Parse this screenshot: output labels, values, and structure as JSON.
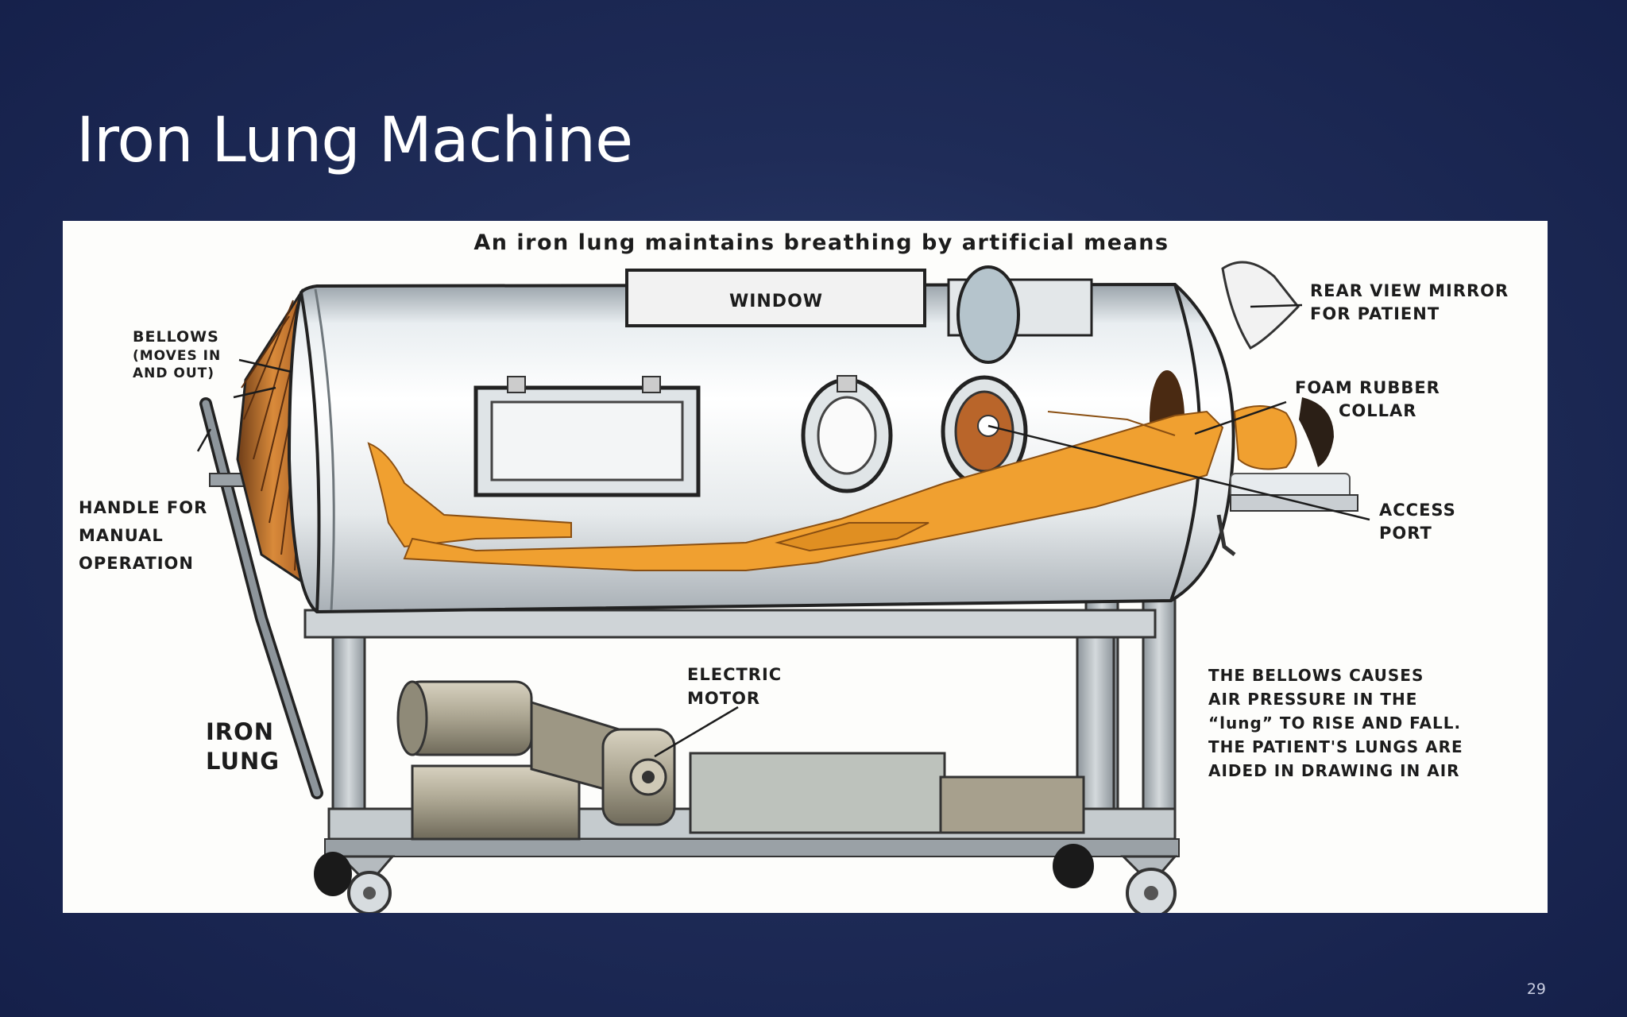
{
  "slide": {
    "title": "Iron Lung Machine",
    "page_number": "29"
  },
  "diagram": {
    "caption": "An iron lung maintains breathing by artificial means",
    "labels": {
      "window": "WINDOW",
      "rear_mirror": [
        "REAR VIEW MIRROR",
        "FOR PATIENT"
      ],
      "bellows": [
        "BELLOWS",
        "(MOVES IN",
        "AND OUT)"
      ],
      "foam_collar": [
        "FOAM RUBBER",
        "COLLAR"
      ],
      "handle": [
        "HANDLE FOR",
        "MANUAL",
        "OPERATION"
      ],
      "access_port": [
        "ACCESS",
        "PORT"
      ],
      "electric_motor": [
        "ELECTRIC",
        "MOTOR"
      ],
      "iron_lung": [
        "IRON",
        "LUNG"
      ],
      "explanation": [
        "THE BELLOWS CAUSES",
        "AIR PRESSURE IN THE",
        "“lung” TO RISE AND FALL.",
        "THE PATIENT'S LUNGS ARE",
        "AIDED IN DRAWING IN AIR"
      ]
    }
  }
}
